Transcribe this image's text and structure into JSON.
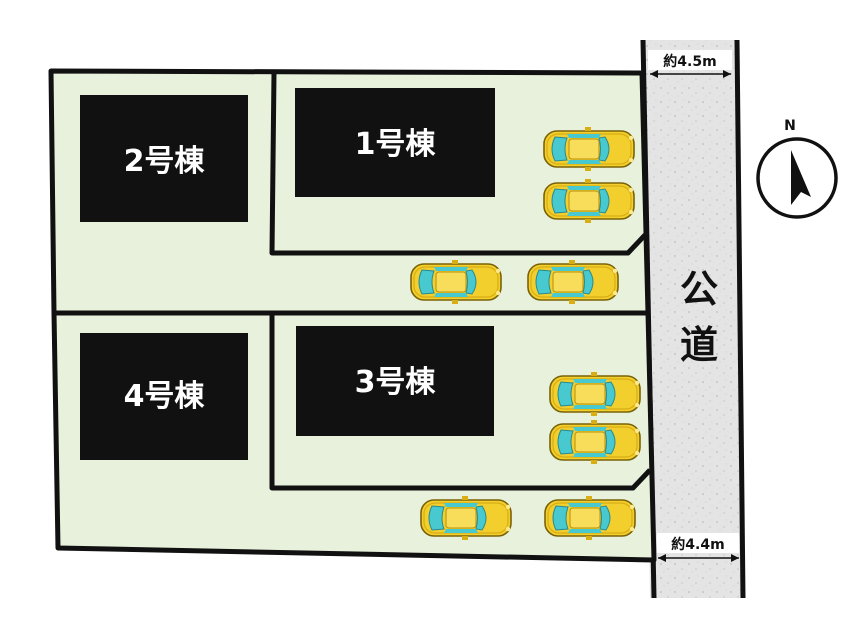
{
  "buildings": [
    {
      "id": "b1",
      "label": "1号棟"
    },
    {
      "id": "b2",
      "label": "2号棟"
    },
    {
      "id": "b3",
      "label": "3号棟"
    },
    {
      "id": "b4",
      "label": "4号棟"
    }
  ],
  "road": {
    "label_line1": "公",
    "label_line2": "道"
  },
  "dimensions": {
    "top_width": "約4.5m",
    "bottom_width": "約4.4m"
  },
  "compass": {
    "label": "N"
  },
  "parking_spaces": 8,
  "colors": {
    "lot_fill": "#e8f1dc",
    "building_fill": "#111111",
    "road_fill": "#e4e4e4",
    "car_body": "#f2cf2c",
    "car_glass": "#47c9cf"
  }
}
